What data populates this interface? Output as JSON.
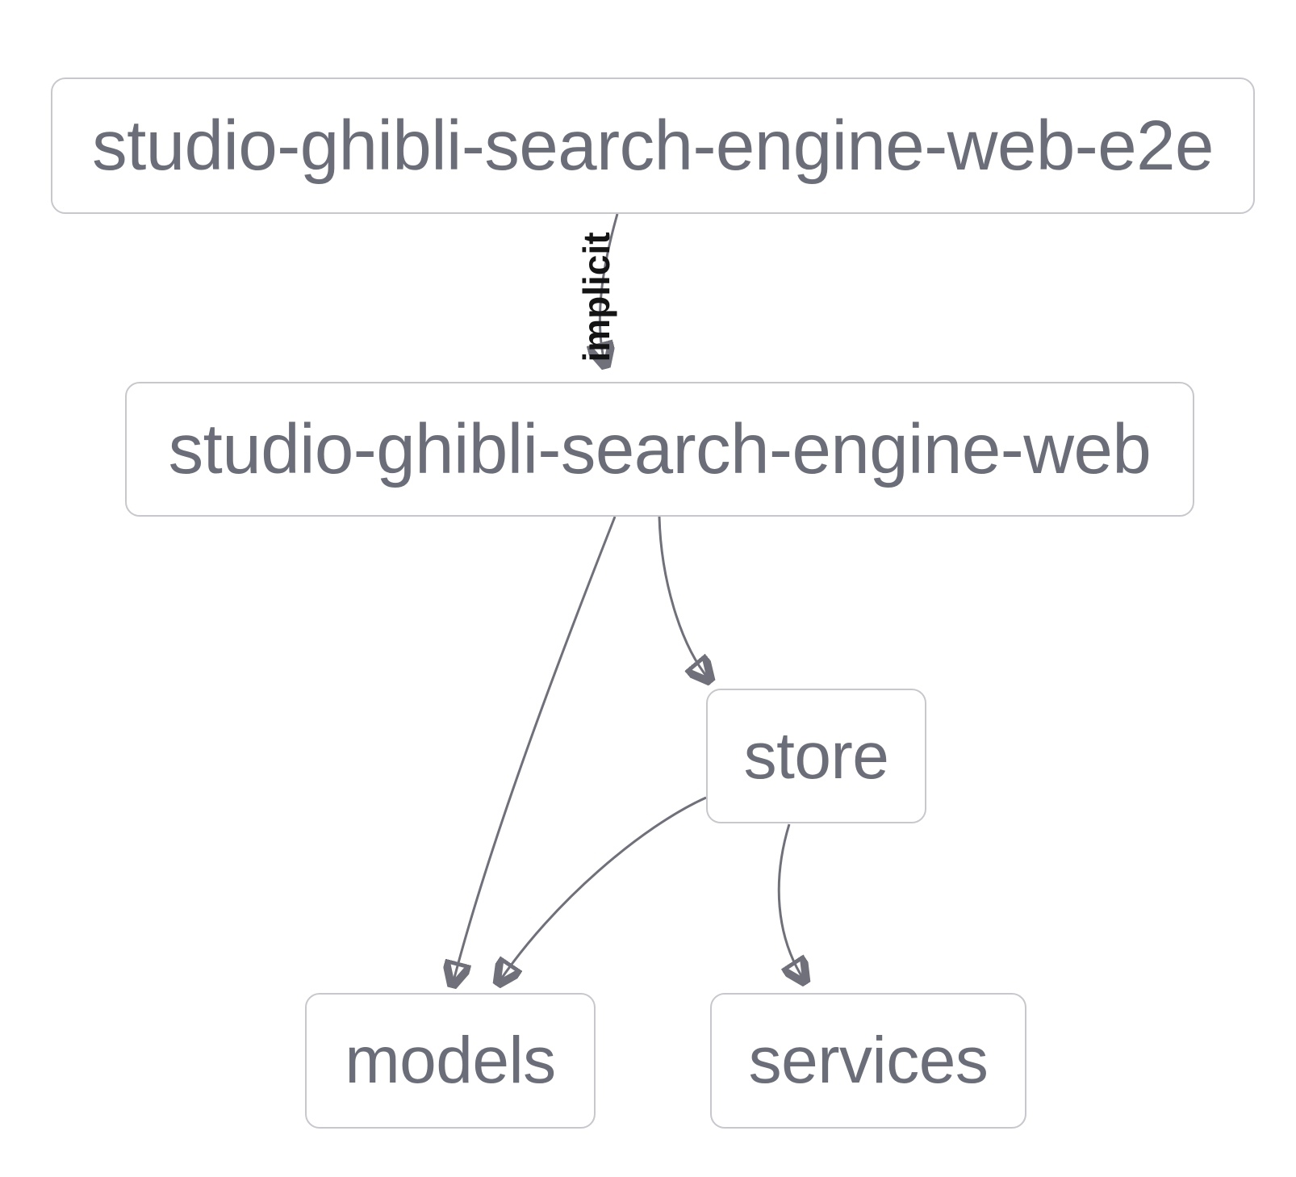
{
  "diagram": {
    "kind": "project-dependency-graph",
    "nodes": [
      {
        "id": "studio-ghibli-search-engine-web-e2e",
        "label": "studio-ghibli-search-engine-web-e2e"
      },
      {
        "id": "studio-ghibli-search-engine-web",
        "label": "studio-ghibli-search-engine-web"
      },
      {
        "id": "store",
        "label": "store"
      },
      {
        "id": "models",
        "label": "models"
      },
      {
        "id": "services",
        "label": "services"
      }
    ],
    "edges": [
      {
        "from": "studio-ghibli-search-engine-web-e2e",
        "to": "studio-ghibli-search-engine-web",
        "label": "implicit"
      },
      {
        "from": "studio-ghibli-search-engine-web",
        "to": "models",
        "label": ""
      },
      {
        "from": "studio-ghibli-search-engine-web",
        "to": "store",
        "label": ""
      },
      {
        "from": "store",
        "to": "models",
        "label": ""
      },
      {
        "from": "store",
        "to": "services",
        "label": ""
      }
    ],
    "colors": {
      "background": "#ffffff",
      "node_fill": "#ffffff",
      "node_border": "#c7c7cd",
      "node_text": "#6b6e78",
      "edge_stroke": "#70707b",
      "edge_label_text": "#141414"
    }
  }
}
